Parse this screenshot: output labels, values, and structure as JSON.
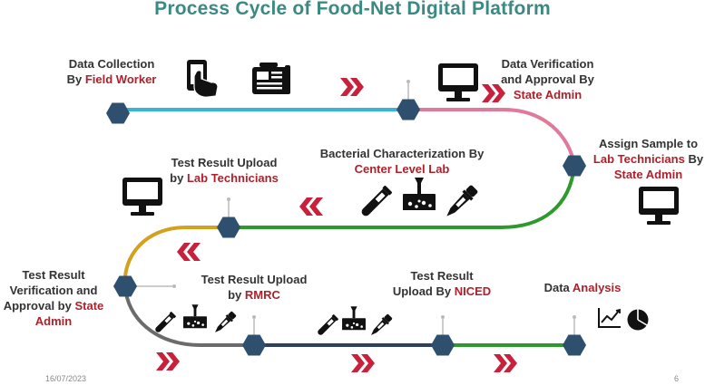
{
  "title": "Process Cycle of Food-Net Digital  Platform",
  "steps": {
    "data_collection": {
      "line1": "Data Collection",
      "line2_pre": "By ",
      "line2_hl": "Field Worker"
    },
    "data_verification": {
      "line1": "Data Verification",
      "line2": "and Approval By",
      "line3_hl": "State Admin"
    },
    "assign_sample": {
      "line1": "Assign Sample to",
      "line2_hl": "Lab Technicians",
      "line2_post": " By",
      "line3_hl": "State Admin"
    },
    "bacterial": {
      "line1": "Bacterial Characterization  By",
      "line2_hl": "Center Level Lab"
    },
    "upload_lab": {
      "line1": "Test Result Upload",
      "line2_pre": "by  ",
      "line2_hl": "Lab Technicians"
    },
    "verification_admin": {
      "line1": "Test Result",
      "line2": "Verification and",
      "line3_pre": "Approval by ",
      "line3_hl": "State",
      "line4_hl": "Admin"
    },
    "upload_rmrc": {
      "line1": "Test Result Upload",
      "line2_pre": "by ",
      "line2_hl": "RMRC"
    },
    "upload_niced": {
      "line1": "Test Result",
      "line2_pre": "Upload By ",
      "line2_hl": "NICED"
    },
    "analysis": {
      "line1_pre": "Data ",
      "line1_hl": "Analysis"
    }
  },
  "footer": {
    "date": "16/07/2023",
    "page": "6"
  },
  "colors": {
    "title": "#3a8a84",
    "highlight": "#b0202a",
    "node": "#2f4f6f",
    "blue_segment": "#3ab3d8",
    "pink_segment": "#e07a9a",
    "green_segment": "#2e9a2e",
    "gold_segment": "#d4a020",
    "gray_segment": "#6b6b6b",
    "navy_segment": "#2f3f5f",
    "chevron": "#c8213c"
  },
  "icons": [
    "hand-phone-icon",
    "newspaper-icon",
    "monitor-icon",
    "test-tube-icon",
    "petri-dish-icon",
    "pipette-icon",
    "line-chart-icon",
    "pie-chart-icon"
  ]
}
